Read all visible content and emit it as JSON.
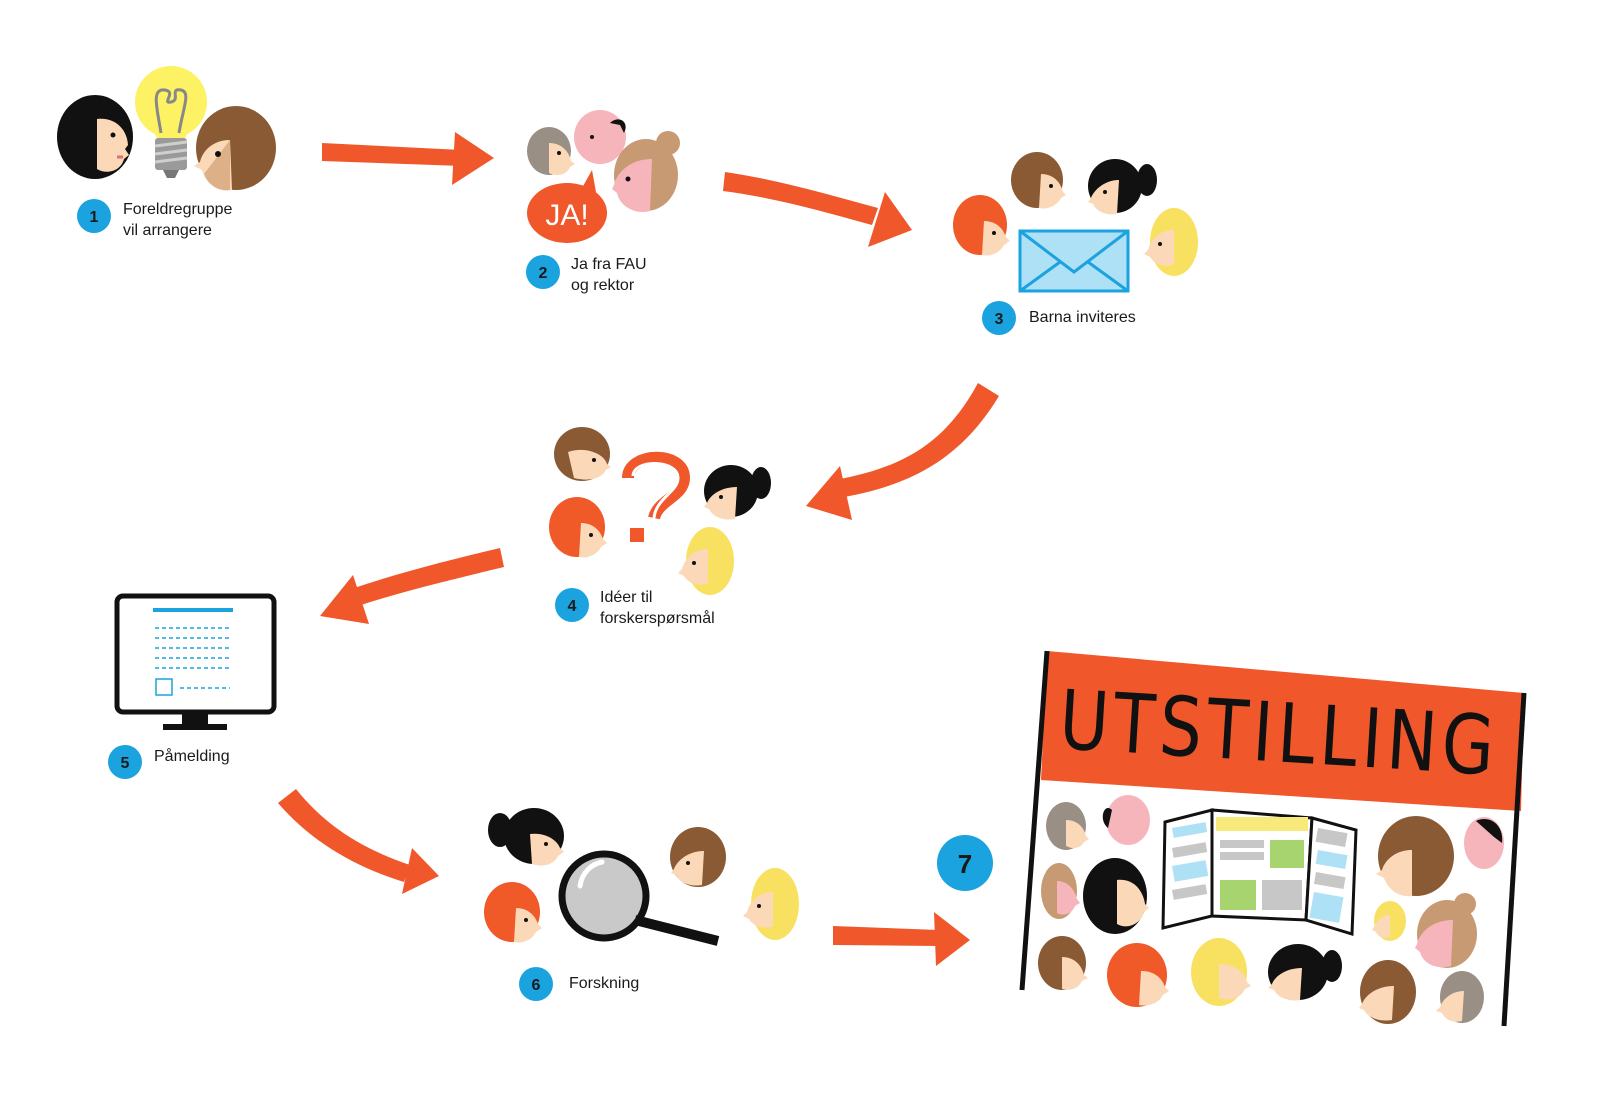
{
  "colors": {
    "accent_orange": "#f0572a",
    "badge_blue": "#1aa3de",
    "skin": "#fbd9b8",
    "pink_skin": "#f5b5bb",
    "black_hair": "#111111",
    "brown_hair": "#8a5a34",
    "ginger_hair": "#f05a28",
    "blond_hair": "#f8e160",
    "grey_hair": "#9a8f84",
    "bulb_yellow": "#fdf164",
    "envelope_blue": "#aee0f6",
    "panel_green": "#a8d46f",
    "panel_grey": "#c7c7c7"
  },
  "steps": [
    {
      "number": "1",
      "lines": [
        "Foreldregruppe",
        "vil arrangere"
      ],
      "icon": "lightbulb-icon"
    },
    {
      "number": "2",
      "lines": [
        "Ja fra FAU",
        "og rektor"
      ],
      "icon": "speech-bubble-icon",
      "bubble_text": "JA!"
    },
    {
      "number": "3",
      "lines": [
        "Barna inviteres"
      ],
      "icon": "envelope-icon"
    },
    {
      "number": "4",
      "lines": [
        "Idéer til",
        "forskerspørsmål"
      ],
      "icon": "question-mark-icon"
    },
    {
      "number": "5",
      "lines": [
        "Påmelding"
      ],
      "icon": "monitor-icon"
    },
    {
      "number": "6",
      "lines": [
        "Forskning"
      ],
      "icon": "magnifier-icon"
    },
    {
      "number": "7",
      "lines": [],
      "icon": "poster-icon"
    }
  ],
  "poster": {
    "title": "UTSTILLING"
  }
}
